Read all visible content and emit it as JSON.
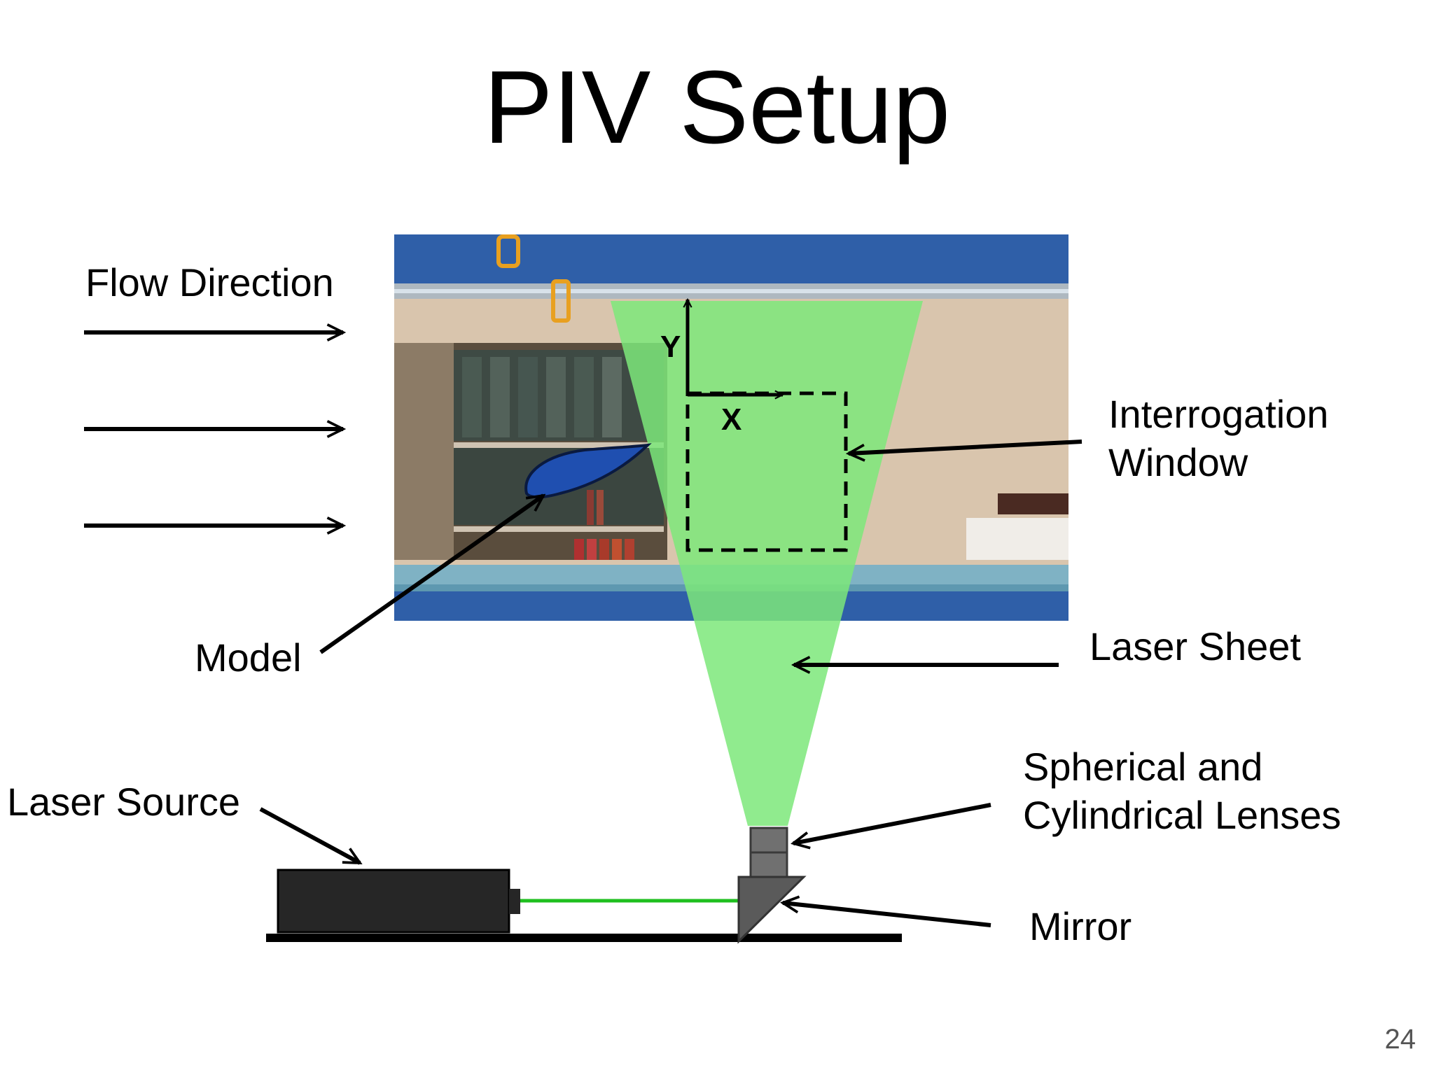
{
  "title": "PIV Setup",
  "labels": {
    "flow_direction": "Flow Direction",
    "interrogation_window_line1": "Interrogation",
    "interrogation_window_line2": "Window",
    "model": "Model",
    "laser_sheet": "Laser Sheet",
    "laser_source": "Laser Source",
    "lenses_line1": "Spherical and",
    "lenses_line2": "Cylindrical Lenses",
    "mirror": "Mirror",
    "axis_x": "X",
    "axis_y": "Y"
  },
  "page_number": "24",
  "colors": {
    "laser_sheet": "#7de87a",
    "laser_beam": "#1fbf1f",
    "tank_frame": "#2f5fa8",
    "model": "#1f4fb0",
    "laser_body": "#262626"
  }
}
